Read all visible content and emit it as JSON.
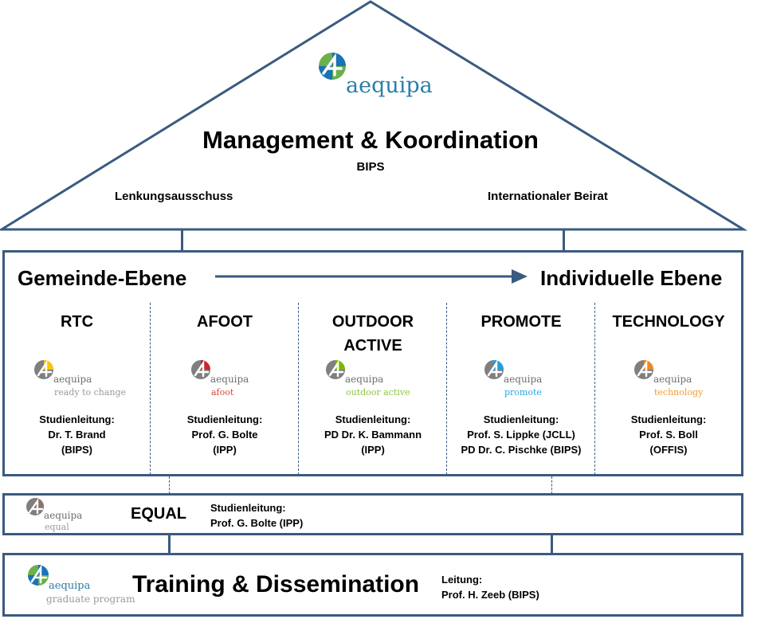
{
  "roof": {
    "brand": "aequipa",
    "title": "Management & Koordination",
    "subtitle": "BIPS",
    "left_label": "Lenkungsausschuss",
    "right_label": "Internationaler Beirat"
  },
  "levels": {
    "left": "Gemeinde-Ebene",
    "right": "Individuelle Ebene"
  },
  "projects": [
    {
      "name": "RTC",
      "brand": "aequipa",
      "sub": "ready to change",
      "sub_color": "#9a9a9a",
      "dot_color": "#f5c800",
      "lead_label": "Studienleitung:",
      "lead1": "Dr. T. Brand",
      "lead2": "(BIPS)"
    },
    {
      "name": "AFOOT",
      "brand": "aequipa",
      "sub": "afoot",
      "sub_color": "#d64a3a",
      "dot_color": "#c8272d",
      "lead_label": "Studienleitung:",
      "lead1": "Prof. G. Bolte",
      "lead2": "(IPP)"
    },
    {
      "name": "OUTDOOR ACTIVE",
      "brand": "aequipa",
      "sub": "outdoor active",
      "sub_color": "#8cc63f",
      "dot_color": "#7ab800",
      "lead_label": "Studienleitung:",
      "lead1": "PD Dr. K. Bammann",
      "lead2": "(IPP)"
    },
    {
      "name": "PROMOTE",
      "brand": "aequipa",
      "sub": "promote",
      "sub_color": "#29a8e0",
      "dot_color": "#1ea0e0",
      "lead_label": "Studienleitung:",
      "lead1": "Prof. S. Lippke (JCLL)",
      "lead2": "PD Dr. C. Pischke (BIPS)"
    },
    {
      "name": "TECHNOLOGY",
      "brand": "aequipa",
      "sub": "technology",
      "sub_color": "#f39a33",
      "dot_color": "#f08a1e",
      "lead_label": "Studienleitung:",
      "lead1": "Prof. S. Boll",
      "lead2": "(OFFIS)"
    }
  ],
  "equal": {
    "brand": "aequipa",
    "sub": "equal",
    "name": "EQUAL",
    "lead_label": "Studienleitung:",
    "lead1": "Prof. G. Bolte (IPP)"
  },
  "training": {
    "brand": "aequipa",
    "sub": "graduate program",
    "title": "Training & Dissemination",
    "lead_label": "Leitung:",
    "lead1": "Prof. H. Zeeb (BIPS)"
  },
  "colors": {
    "frame": "#3a5a80",
    "brand_teal": "#2a7fa8",
    "logo_blue": "#1a73b5",
    "logo_green": "#6ab04c",
    "logo_gray": "#7f7f7f"
  }
}
